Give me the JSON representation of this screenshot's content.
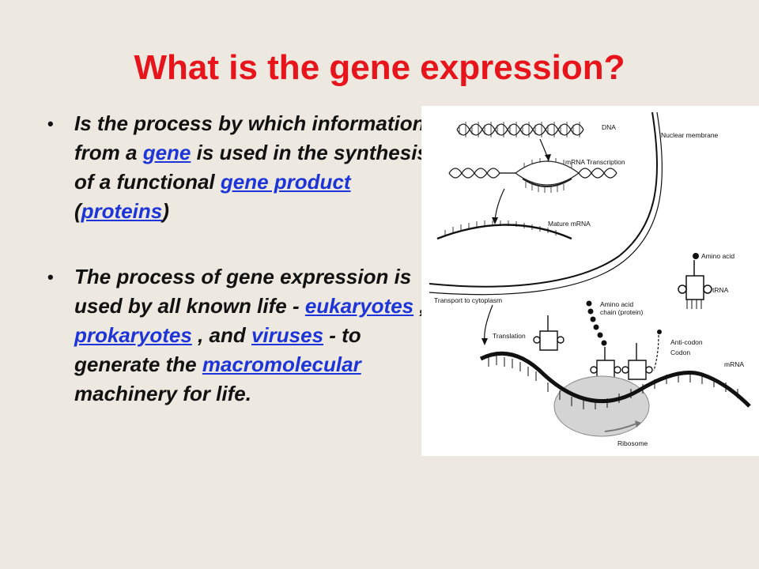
{
  "slide": {
    "title": "What is the gene expression?",
    "bullet1": {
      "t1": "Is the process by which information from a ",
      "link_gene": "gene",
      "t2": " is used in the synthesis of a functional ",
      "link_gene_product": "gene product",
      "t3": " (",
      "link_proteins": "proteins",
      "t4": ")"
    },
    "bullet2": {
      "t1": "The process of gene expression is used by all known life - ",
      "link_eukaryotes": "eukaryotes",
      "t2": " , ",
      "link_prokaryotes": "prokaryotes",
      "t3": " , and ",
      "link_viruses": "viruses",
      "t4": " - to generate the ",
      "link_macromolecular": "macromolecular",
      "t5": " machinery for life."
    }
  },
  "figure": {
    "labels": {
      "dna": "DNA",
      "nuclear_membrane": "Nuclear membrane",
      "mrna_transcription": "mRNA Transcription",
      "mature_mrna": "Mature mRNA",
      "amino_acid": "Amino acid",
      "transport": "Transport to cytoplasm",
      "amino_acid_chain_1": "Amino acid",
      "amino_acid_chain_2": "chain (protein)",
      "trna": "tRNA",
      "translation": "Translation",
      "anti_codon": "Anti-codon",
      "codon": "Codon",
      "mrna": "mRNA",
      "ribosome": "Ribosome"
    }
  },
  "colors": {
    "background": "#ede9e0",
    "title": "#e8141b",
    "link": "#1d34d8",
    "text": "#111111"
  }
}
